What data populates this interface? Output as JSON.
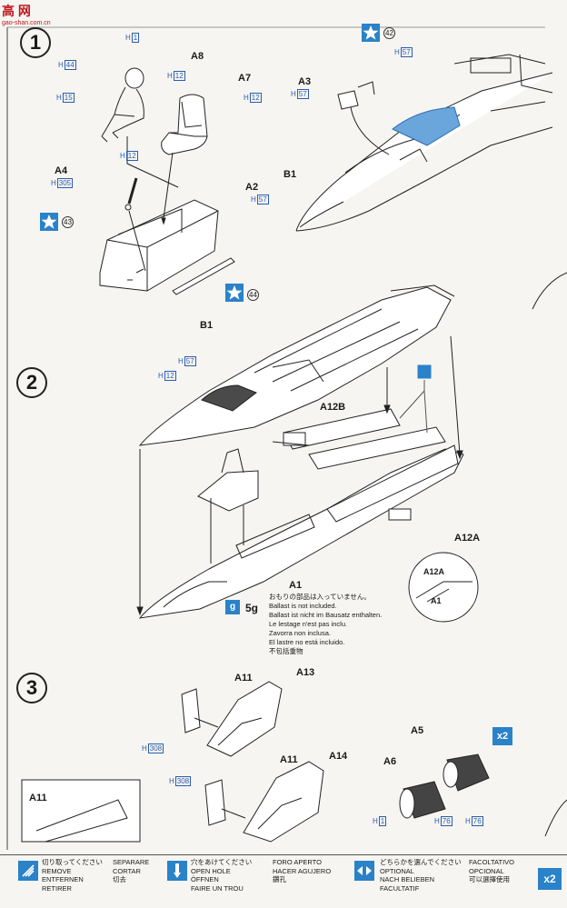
{
  "watermark": {
    "brand": "高 网",
    "site": "gao-shan.com.cn"
  },
  "steps": [
    "1",
    "2",
    "3"
  ],
  "step1": {
    "parts": {
      "a8": "A8",
      "a7": "A7",
      "a4": "A4",
      "a2": "A2",
      "a3": "A3",
      "b1": "B1"
    },
    "colors": {
      "h1": {
        "prefix": "H",
        "code": "1"
      },
      "h44": {
        "prefix": "H",
        "code": "44"
      },
      "h12a": {
        "prefix": "H",
        "code": "12"
      },
      "h15": {
        "prefix": "H",
        "code": "15"
      },
      "h12b": {
        "prefix": "H",
        "code": "12"
      },
      "h12c": {
        "prefix": "H",
        "code": "12"
      },
      "h305": {
        "prefix": "H",
        "code": "305"
      },
      "h57a": {
        "prefix": "H",
        "code": "57"
      },
      "h57b": {
        "prefix": "H",
        "code": "57"
      },
      "h57c": {
        "prefix": "H",
        "code": "57"
      }
    },
    "decals": {
      "d42": "42",
      "d43": "43",
      "d44": "44"
    }
  },
  "step2": {
    "parts": {
      "b1": "B1",
      "a12b": "A12B",
      "a12a": "A12A",
      "a1": "A1",
      "detail_a12a": "A12A",
      "detail_a1": "A1"
    },
    "colors": {
      "h57": {
        "prefix": "H",
        "code": "57"
      },
      "h12": {
        "prefix": "H",
        "code": "12"
      }
    },
    "weight": "5g",
    "weight_icon": "g",
    "ballast_notes": [
      "おもりの部品は入っていません。",
      "Ballast is not included.",
      "Ballast ist nicht im Bausatz enthalten.",
      "Le lestage n'est pas inclu.",
      "Zavorra non inclusa.",
      "El lastre no está incluido.",
      "不包括重物"
    ]
  },
  "step3": {
    "parts": {
      "a11a": "A11",
      "a13": "A13",
      "a11b": "A11",
      "a14": "A14",
      "a5": "A5",
      "a6": "A6",
      "inset_a11": "A11"
    },
    "colors": {
      "h308a": {
        "prefix": "H",
        "code": "308"
      },
      "h308b": {
        "prefix": "H",
        "code": "308"
      },
      "h1": {
        "prefix": "H",
        "code": "1"
      },
      "h76a": {
        "prefix": "H",
        "code": "76"
      },
      "h76b": {
        "prefix": "H",
        "code": "76"
      }
    },
    "multiplier": "x2"
  },
  "legend": {
    "remove": [
      "切り取ってください",
      "REMOVE",
      "ENTFERNEN",
      "RETIRER"
    ],
    "remove2": [
      "SEPARARE",
      "CORTAR",
      "切去"
    ],
    "hole": [
      "穴をあけてください",
      "OPEN HOLE",
      "ÖFFNEN",
      "FAIRE UN TROU"
    ],
    "hole2": [
      "FORO APERTO",
      "HACER AGUJERO",
      "鑽孔"
    ],
    "optional": [
      "どちらかを選んでください",
      "OPTIONAL",
      "NACH BELIEBEN",
      "FACULTATIF"
    ],
    "optional2": [
      "FACOLTATIVO",
      "OPCIONAL",
      "可以選擇使用"
    ],
    "multiplier": "x2"
  }
}
